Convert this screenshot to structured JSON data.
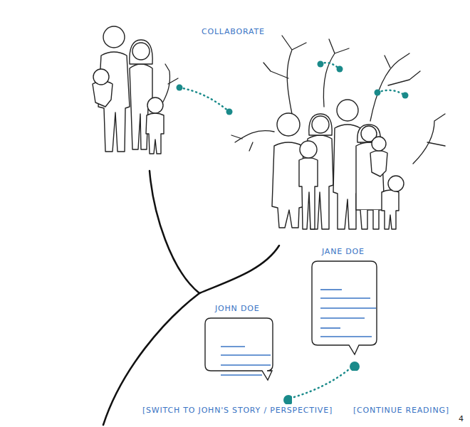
{
  "diagram": {
    "nodes": [
      {
        "text": [
          "JANE DOE"
        ]
      },
      {
        "text": [
          "JOHN DOE"
        ]
      }
    ],
    "edges": [
      {
        "from": 1,
        "to": 0,
        "arrow": "none"
      }
    ],
    "labels": [
      "COLLABORATE",
      "[SWITCH TO JOHN'S STORY / PERSPECTIVE]",
      "[CONTINUE READING]",
      "4"
    ]
  }
}
